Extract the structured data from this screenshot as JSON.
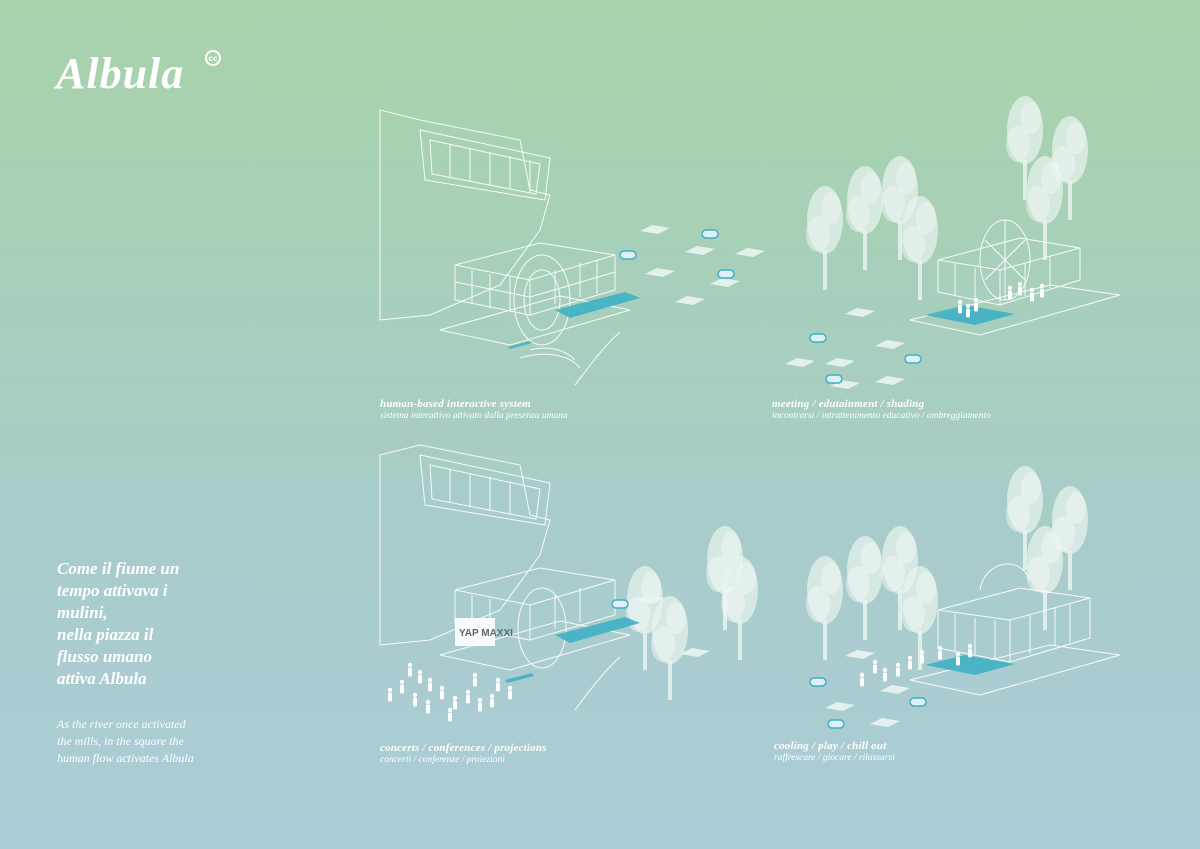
{
  "title": "Albula",
  "cc_mark": "cc",
  "quote_it": [
    "Come il fiume un",
    "tempo attivava i",
    "mulini,",
    "nella piazza il",
    "flusso umano",
    "attiva Albula"
  ],
  "quote_en": [
    "As the river once activated",
    "the mills, in the square the",
    "human flow activates Albula"
  ],
  "panels": [
    {
      "caption": "human-based interactive system",
      "subcaption": "sistema interattivo attivato dalla presenza umana"
    },
    {
      "caption": "meeting / edutainment / shading",
      "subcaption": "incontrarsi / intrattenimento educativo / ombreggiamento"
    },
    {
      "caption": "concerts / conferences / projections",
      "subcaption": "concerti / conferenze / proiezioni"
    },
    {
      "caption": "cooling / play / chill out",
      "subcaption": "raffrescare / giocare / rilassarsi"
    }
  ],
  "sign_text": "YAP MAXXI",
  "colors": {
    "water": "#3fb0c4",
    "line": "#ffffff",
    "tree": "#e8f3ee"
  }
}
